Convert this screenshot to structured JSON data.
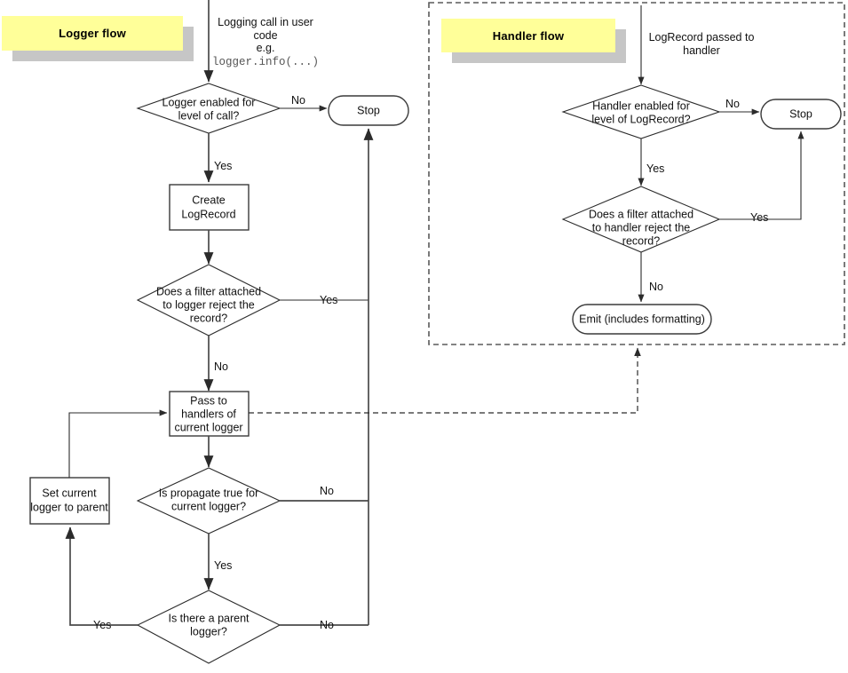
{
  "diagram": {
    "title_logger": "Logger flow",
    "title_handler": "Handler flow",
    "colors": {
      "title_fill": "#ffff99",
      "title_shadow": "#c6c6c6",
      "node_stroke": "#3a3a3a",
      "connector": "#4a4a4a",
      "region_border": "#5a5a5a",
      "canvas": "#ffffff"
    },
    "logger_flow": {
      "entry_caption_line1": "Logging call in user",
      "entry_caption_line2": "code",
      "entry_caption_line3": "e.g.",
      "entry_caption_code": "logger.info(...)",
      "nodes": {
        "logger_enabled": {
          "type": "decision",
          "line1": "Logger enabled for",
          "line2": "level of call?"
        },
        "stop": {
          "type": "terminator",
          "label": "Stop"
        },
        "create_logrecord": {
          "type": "process",
          "line1": "Create",
          "line2": "LogRecord"
        },
        "logger_filter": {
          "type": "decision",
          "line1": "Does a filter attached",
          "line2": "to logger reject the",
          "line3": "record?"
        },
        "pass_to_handlers": {
          "type": "process",
          "line1": "Pass to",
          "line2": "handlers of",
          "line3": "current logger"
        },
        "is_propagate": {
          "type": "decision",
          "line1": "Is propagate true for",
          "line2": "current logger?"
        },
        "has_parent": {
          "type": "decision",
          "line1": "Is there a parent",
          "line2": "logger?"
        },
        "set_parent": {
          "type": "process",
          "line1": "Set current",
          "line2": "logger to parent"
        }
      },
      "edge_labels": {
        "logger_enabled_no": "No",
        "logger_enabled_yes": "Yes",
        "logger_filter_yes": "Yes",
        "logger_filter_no": "No",
        "is_propagate_no": "No",
        "is_propagate_yes": "Yes",
        "has_parent_yes": "Yes",
        "has_parent_no": "No"
      }
    },
    "handler_flow": {
      "entry_caption_line1": "LogRecord passed to",
      "entry_caption_line2": "handler",
      "nodes": {
        "handler_enabled": {
          "type": "decision",
          "line1": "Handler enabled for",
          "line2": "level of LogRecord?"
        },
        "stop": {
          "type": "terminator",
          "label": "Stop"
        },
        "handler_filter": {
          "type": "decision",
          "line1": "Does a filter attached",
          "line2": "to handler reject the",
          "line3": "record?"
        },
        "emit": {
          "type": "terminator",
          "label": "Emit (includes formatting)"
        }
      },
      "edge_labels": {
        "handler_enabled_no": "No",
        "handler_enabled_yes": "Yes",
        "handler_filter_yes": "Yes",
        "handler_filter_no": "No"
      }
    }
  }
}
